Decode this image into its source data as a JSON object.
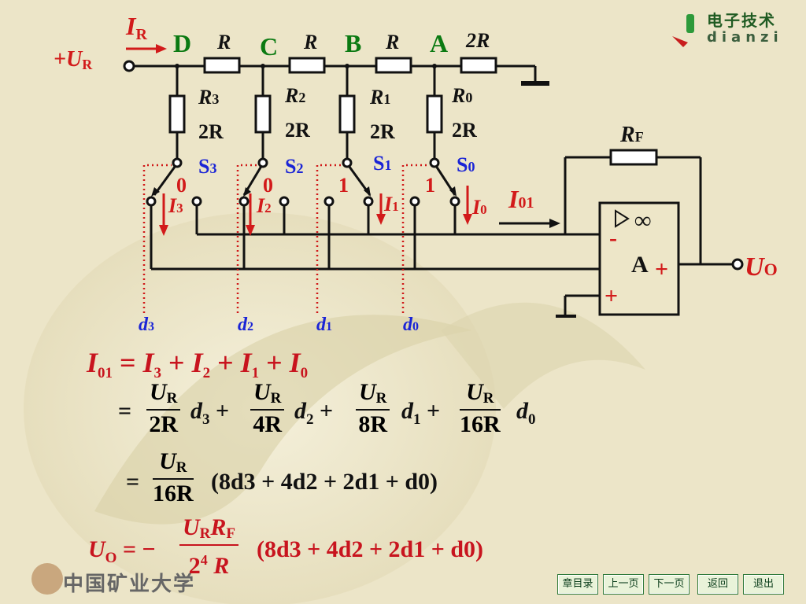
{
  "logo": {
    "cn": "电子技术",
    "en": "dianzi"
  },
  "university": "中国矿业大学",
  "circuit": {
    "input_label": "+U",
    "input_sub": "R",
    "current_IR": "I",
    "current_IR_sub": "R",
    "nodes": [
      "D",
      "C",
      "B",
      "A"
    ],
    "series_R": [
      "R",
      "R",
      "R"
    ],
    "end_R": "2R",
    "branch_names": [
      {
        "main": "R",
        "sub": "3"
      },
      {
        "main": "R",
        "sub": "2"
      },
      {
        "main": "R",
        "sub": "1"
      },
      {
        "main": "R",
        "sub": "0"
      }
    ],
    "branch_values": [
      "2R",
      "2R",
      "2R",
      "2R"
    ],
    "switches": [
      {
        "main": "S",
        "sub": "3",
        "state": "0"
      },
      {
        "main": "S",
        "sub": "2",
        "state": "0"
      },
      {
        "main": "S",
        "sub": "1",
        "state": "1"
      },
      {
        "main": "S",
        "sub": "0",
        "state": "1"
      }
    ],
    "branch_currents": [
      {
        "main": "I",
        "sub": "3"
      },
      {
        "main": "I",
        "sub": "2"
      },
      {
        "main": "I",
        "sub": "1"
      },
      {
        "main": "I",
        "sub": "0"
      }
    ],
    "digits": [
      {
        "main": "d",
        "sub": "3"
      },
      {
        "main": "d",
        "sub": "2"
      },
      {
        "main": "d",
        "sub": "1"
      },
      {
        "main": "d",
        "sub": "0"
      }
    ],
    "current_I01": "I",
    "current_I01_sub": "01",
    "feedback_R": "R",
    "feedback_R_sub": "F",
    "opamp_label": "A",
    "opamp_inf": "∞",
    "opamp_minus": "-",
    "opamp_plus": "+",
    "output_label": "U",
    "output_sub": "O"
  },
  "equations": {
    "line1": {
      "lhs": "I",
      "lhs_sub": "01",
      "rhs": [
        "I",
        "3",
        "I",
        "2",
        "I",
        "1",
        "I",
        "0"
      ]
    },
    "line2": {
      "terms": [
        {
          "num": "U",
          "num_sub": "R",
          "den": "2R",
          "d": "d",
          "d_sub": "3"
        },
        {
          "num": "U",
          "num_sub": "R",
          "den": "4R",
          "d": "d",
          "d_sub": "2"
        },
        {
          "num": "U",
          "num_sub": "R",
          "den": "8R",
          "d": "d",
          "d_sub": "1"
        },
        {
          "num": "U",
          "num_sub": "R",
          "den": "16R",
          "d": "d",
          "d_sub": "0"
        }
      ]
    },
    "line3": {
      "num": "U",
      "num_sub": "R",
      "den": "16R",
      "expr": "(8d3 + 4d2 + 2d1 + d0)"
    },
    "line4": {
      "lhs": "U",
      "lhs_sub": "O",
      "num": "U",
      "num_sub": "R",
      "num2": "R",
      "num2_sub": "F",
      "den": "2",
      "den_exp": "4",
      "den_R": "R",
      "expr": "(8d3 + 4d2 + 2d1 + d0)"
    }
  },
  "nav": [
    "章目录",
    "上一页",
    "下一页",
    "返回",
    "退出"
  ],
  "colors": {
    "wire": "#111111",
    "node_label": "#0b7a12",
    "current": "#d21a1a",
    "switch_label": "#1a24d6",
    "eq_red": "#c8141e",
    "dotted": "#d01818"
  }
}
